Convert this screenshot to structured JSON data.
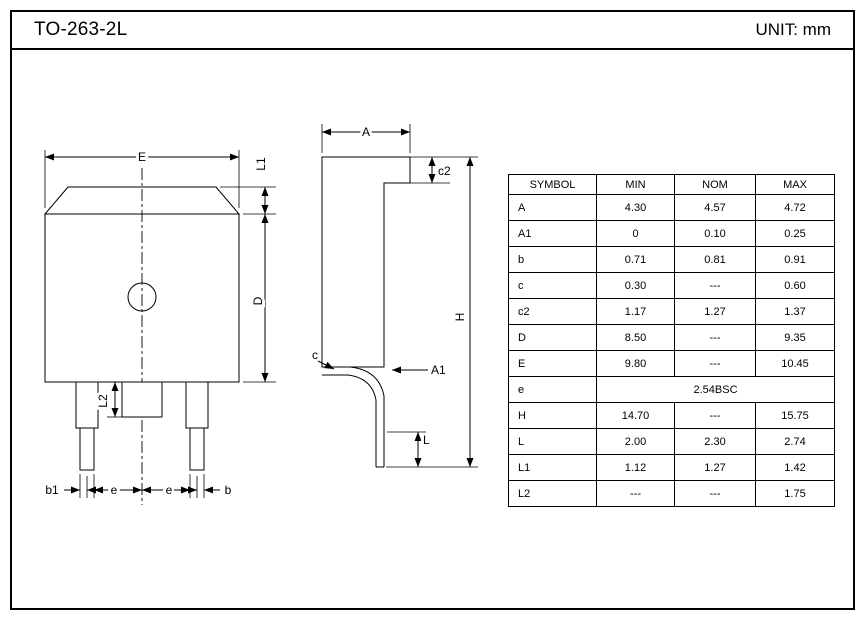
{
  "header": {
    "title": "TO-263-2L",
    "unit": "UNIT: mm"
  },
  "drawing": {
    "front": {
      "E": "E",
      "D": "D",
      "L1": "L1",
      "L2": "L2",
      "b1": "b1",
      "e_left": "e",
      "e_right": "e",
      "b": "b"
    },
    "side": {
      "A": "A",
      "c2": "c2",
      "c": "c",
      "A1": "A1",
      "H": "H",
      "L": "L"
    }
  },
  "table": {
    "headers": [
      "SYMBOL",
      "MIN",
      "NOM",
      "MAX"
    ],
    "rows": [
      {
        "symbol": "A",
        "min": "4.30",
        "nom": "4.57",
        "max": "4.72"
      },
      {
        "symbol": "A1",
        "min": "0",
        "nom": "0.10",
        "max": "0.25"
      },
      {
        "symbol": "b",
        "min": "0.71",
        "nom": "0.81",
        "max": "0.91"
      },
      {
        "symbol": "c",
        "min": "0.30",
        "nom": "---",
        "max": "0.60"
      },
      {
        "symbol": "c2",
        "min": "1.17",
        "nom": "1.27",
        "max": "1.37"
      },
      {
        "symbol": "D",
        "min": "8.50",
        "nom": "---",
        "max": "9.35"
      },
      {
        "symbol": "E",
        "min": "9.80",
        "nom": "---",
        "max": "10.45"
      },
      {
        "symbol": "e",
        "span": "2.54BSC"
      },
      {
        "symbol": "H",
        "min": "14.70",
        "nom": "---",
        "max": "15.75"
      },
      {
        "symbol": "L",
        "min": "2.00",
        "nom": "2.30",
        "max": "2.74"
      },
      {
        "symbol": "L1",
        "min": "1.12",
        "nom": "1.27",
        "max": "1.42"
      },
      {
        "symbol": "L2",
        "min": "---",
        "nom": "---",
        "max": "1.75"
      }
    ]
  }
}
